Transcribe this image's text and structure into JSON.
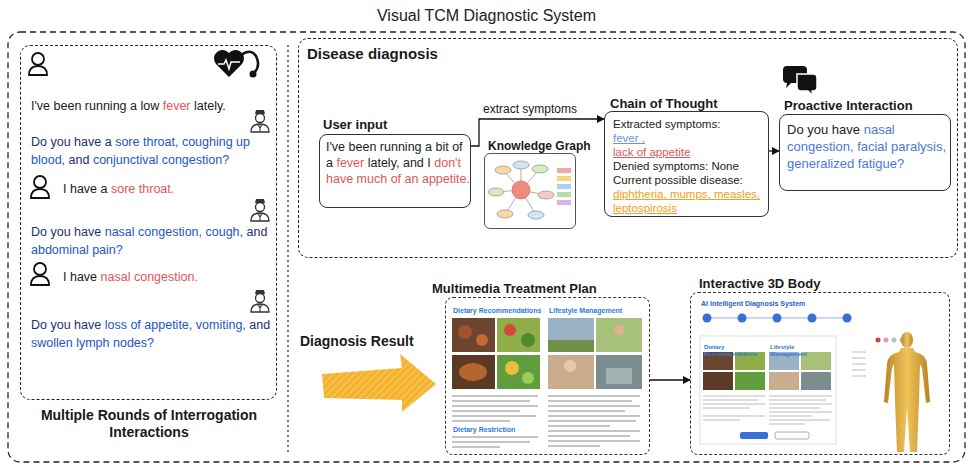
{
  "diagram": {
    "title": "Visual TCM Diagnostic System",
    "nodes": [
      {
        "text": [
          "I've been running a low fever lately.",
          "Do you have a sore throat, coughing up blood, and conjunctival congestion?",
          "I have a sore throat.",
          "Do you have nasal congestion, cough, and abdominal pain?",
          "I have nasal congestion.",
          "Do you have loss of appetite, vomiting, and swollen lymph nodes?",
          "Multiple Rounds of Interrogation Interactions"
        ]
      },
      {
        "text": [
          "Disease diagnosis"
        ]
      },
      {
        "text": [
          "User input",
          "I've been running a bit of a fever lately, and I don't have much of an appetite."
        ],
        "in": 1
      },
      {
        "text": [
          "Knowledge Graph"
        ],
        "in": 1
      },
      {
        "text": [
          "Chain of Thought",
          "Extracted symptoms:",
          "fever ,",
          "lack of appetite",
          "Denied symptoms: None",
          "Current possible disease:",
          "diphtheria, mumps, measles, leptospirosis"
        ],
        "in": 1
      },
      {
        "text": [
          "Proactive Interaction",
          "Do you have nasal congestion, facial paralysis, generalized fatigue?"
        ],
        "in": 1
      },
      {
        "text": [
          "Multimedia Treatment Plan",
          "Dietary Recommendations",
          "Lifestyle Management",
          "Dietary Restriction"
        ]
      },
      {
        "text": [
          "Interactive 3D Body",
          "AI Intelligent Diagnosis System",
          "Dietary Recommendations",
          "Lifestyle Management"
        ]
      }
    ],
    "edges": [
      {
        "from": 2,
        "to": 4,
        "label": "extract symptoms",
        "arrow": "to"
      },
      {
        "from": 4,
        "to": 5,
        "arrow": "to"
      },
      {
        "from": 6,
        "to": 7,
        "arrow": "to"
      }
    ],
    "labels": [
      "Diagnosis Result"
    ]
  }
}
